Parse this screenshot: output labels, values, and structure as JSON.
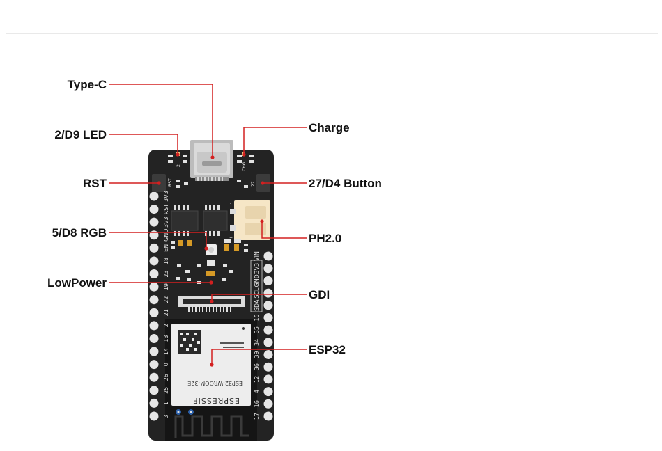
{
  "diagram": {
    "callouts": {
      "type_c": "Type-C",
      "led": "2/D9 LED",
      "rst": "RST",
      "rgb": "5/D8 RGB",
      "lowpower": "LowPower",
      "charge": "Charge",
      "button": "27/D4 Button",
      "ph": "PH2.0",
      "gdi": "GDI",
      "esp32": "ESP32"
    },
    "colors": {
      "leader_line": "#d32020",
      "board": "#232323",
      "pad": "#e6e6e6",
      "connector": "#f6e6c6"
    },
    "board_silkscreen": {
      "left_pins": [
        "3V3",
        "RST",
        "3V3",
        "GND",
        "EN",
        "18",
        "23",
        "19",
        "22",
        "21",
        "2",
        "13",
        "14",
        "0",
        "26",
        "25",
        "1",
        "3"
      ],
      "right_pins": [
        "VIN",
        "3V3",
        "GND",
        "SCL",
        "SDA",
        "15",
        "35",
        "34",
        "39",
        "36",
        "12",
        "4",
        "16",
        "17"
      ],
      "rst_label": "RST",
      "button_label": "27",
      "led_label": "2",
      "charge_label": "CHG",
      "battery_minus": "-",
      "battery_plus": "+"
    },
    "module": {
      "model": "ESP32-WROOM-32E",
      "brand": "ESPRESSIF"
    }
  }
}
